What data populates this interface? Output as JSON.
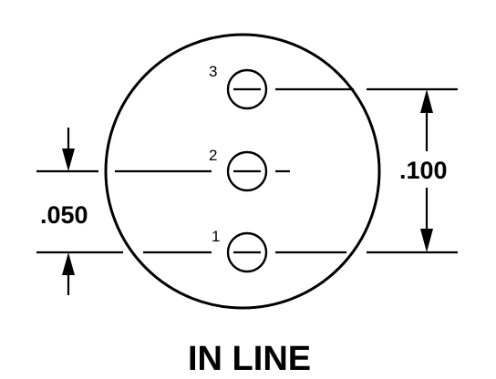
{
  "diagram": {
    "pins": [
      {
        "number": "1"
      },
      {
        "number": "2"
      },
      {
        "number": "3"
      }
    ],
    "dimensions": {
      "pin_spacing": ".050",
      "outer_spacing": ".100"
    },
    "caption": "IN LINE"
  }
}
